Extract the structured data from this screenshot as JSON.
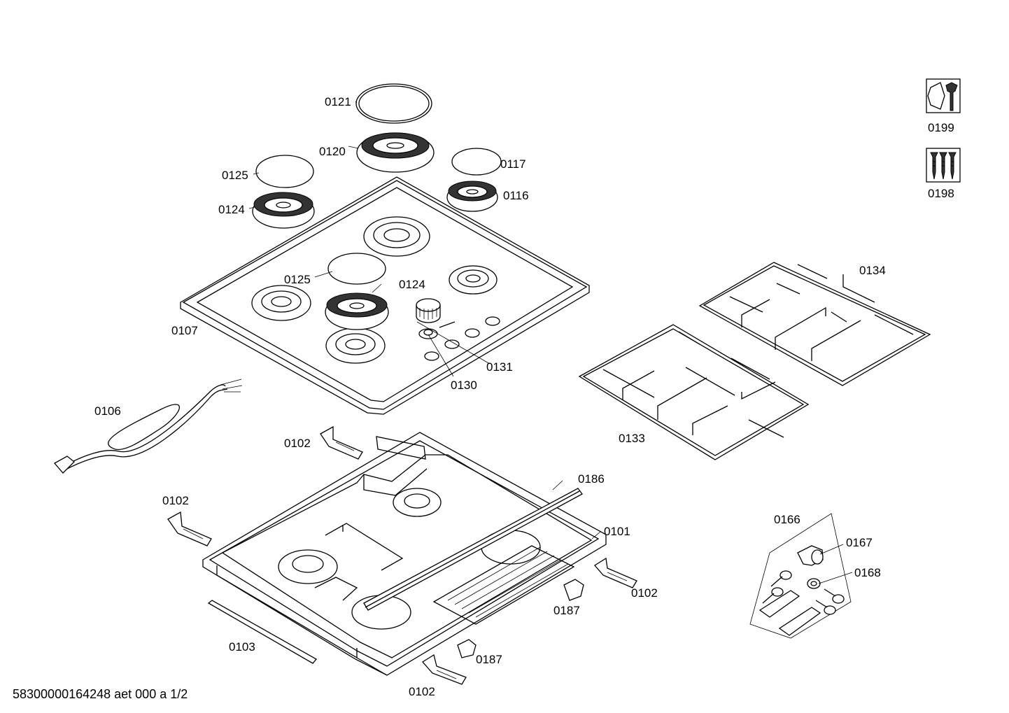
{
  "labels": {
    "p0121": "0121",
    "p0120": "0120",
    "p0125a": "0125",
    "p0117": "0117",
    "p0124a": "0124",
    "p0116": "0116",
    "p0125b": "0125",
    "p0124b": "0124",
    "p0107": "0107",
    "p0131": "0131",
    "p0130": "0130",
    "p0134": "0134",
    "p0133": "0133",
    "p0106": "0106",
    "p0102a": "0102",
    "p0102b": "0102",
    "p0102c": "0102",
    "p0102d": "0102",
    "p0186": "0186",
    "p0101": "0101",
    "p0187a": "0187",
    "p0187b": "0187",
    "p0103": "0103",
    "p0166": "0166",
    "p0167": "0167",
    "p0168": "0168",
    "p0199": "0199",
    "p0198": "0198"
  },
  "footer": "58300000164248 aet 000 a 1/2",
  "icons": [
    "service-wrench-icon",
    "screw-set-icon"
  ]
}
